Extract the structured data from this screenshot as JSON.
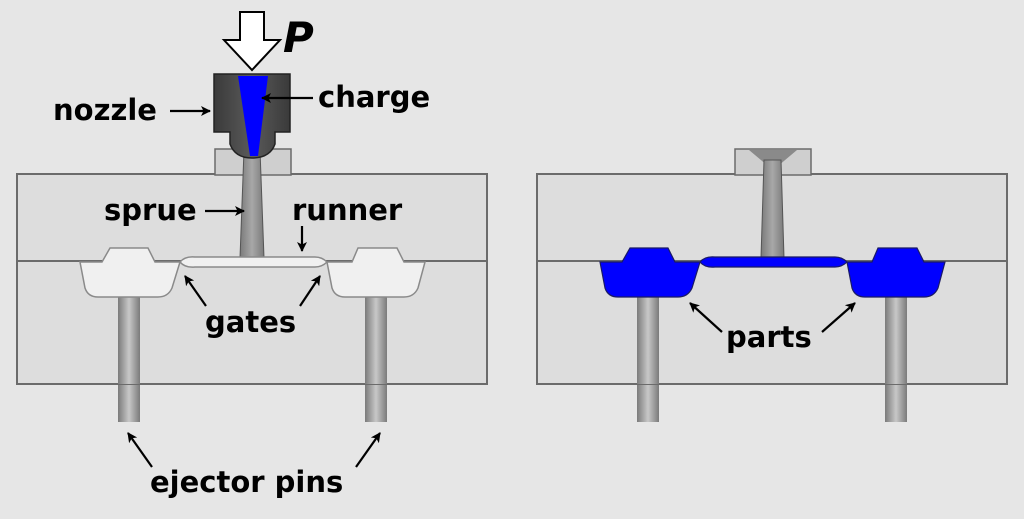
{
  "diagram": {
    "labels": {
      "pressure": "P",
      "nozzle": "nozzle",
      "charge": "charge",
      "sprue": "sprue",
      "runner": "runner",
      "gates": "gates",
      "ejector_pins": "ejector pins",
      "parts": "parts"
    },
    "colors": {
      "background": "#e6e6e6",
      "mold": "#dddddd",
      "mold_outline": "#6b6b6b",
      "nozzle": "#4d4d4d",
      "plastic": "#0000ff",
      "cavity": "#f0f0f0"
    }
  }
}
